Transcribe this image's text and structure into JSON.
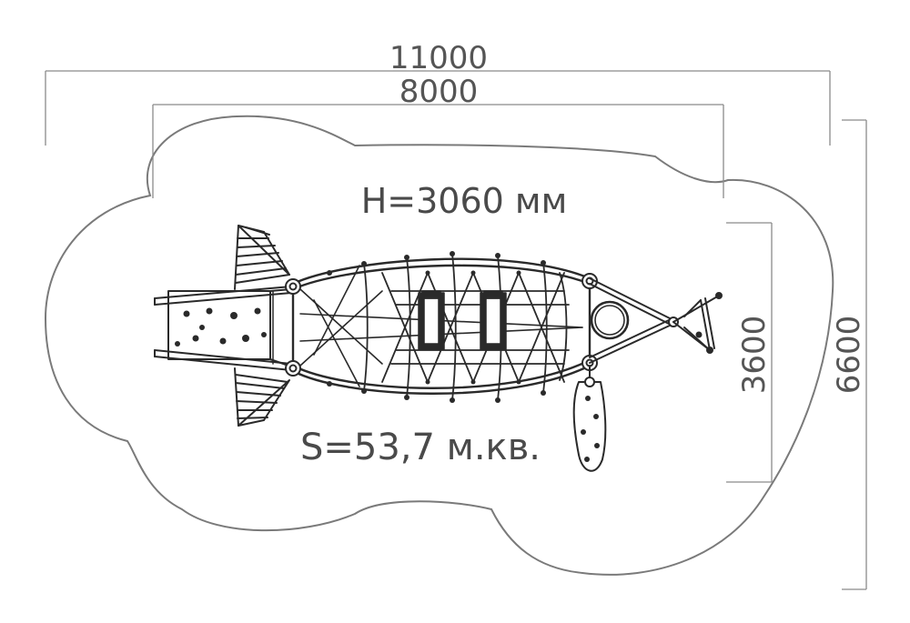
{
  "dimensions": {
    "overall_length": "11000",
    "frame_length": "8000",
    "frame_width": "3600",
    "overall_width": "6600"
  },
  "labels": {
    "height": "H=3060 мм",
    "area": "S=53,7 м.кв."
  },
  "colors": {
    "zone_outline": "#7a7a7a",
    "dimension_line": "#8a8a8a",
    "structure": "#2a2a2a"
  }
}
